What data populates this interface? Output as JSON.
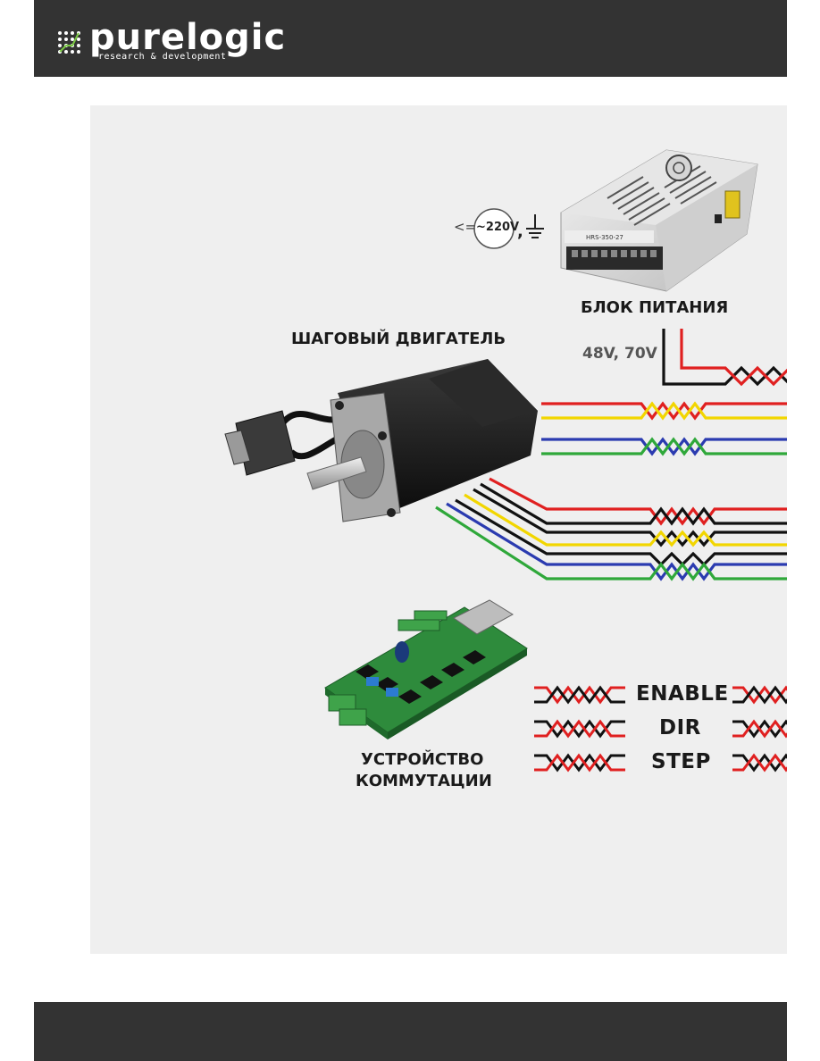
{
  "brand": {
    "name": "purelogic",
    "tagline": "research & development"
  },
  "labels": {
    "power_supply": "БЛОК ПИТАНИЯ",
    "stepper_motor": "ШАГОВЫЙ ДВИГАТЕЛЬ",
    "voltage": "48V, 70V",
    "mains": "~220V",
    "arrow": "<=",
    "comma": ",",
    "switch_device_line1": "УСТРОЙСТВО",
    "switch_device_line2": "КОММУТАЦИИ",
    "signal_enable": "ENABLE",
    "signal_dir": "DIR",
    "signal_step": "STEP",
    "psu_model": "HRS-350-27"
  },
  "colors": {
    "header_bg": "#333333",
    "panel_bg": "#efefef",
    "wire_red": "#e02020",
    "wire_black": "#111111",
    "wire_yellow": "#f2d600",
    "wire_blue": "#2b3bb0",
    "wire_green": "#2fa83a"
  }
}
